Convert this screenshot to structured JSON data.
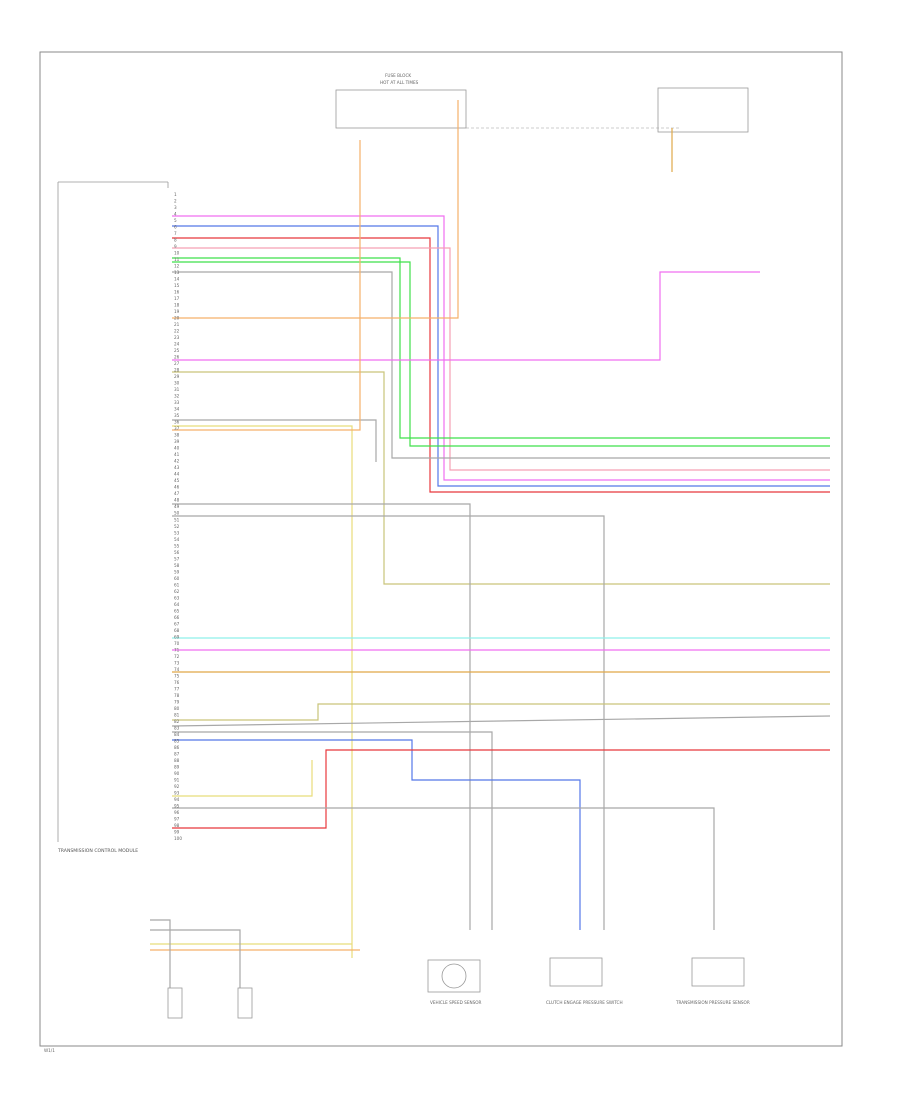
{
  "colors": {
    "pink": "#f06ff0",
    "blue": "#5577e8",
    "red": "#e8383c",
    "lightpink": "#f5a0b4",
    "green": "#3fe04a",
    "gray": "#a8a8a8",
    "orange": "#f5b06a",
    "olive": "#c9c47a",
    "yellow": "#e8dd7a",
    "cyan": "#8ff0ea",
    "tan": "#e0a848"
  },
  "labels": {
    "page_ref": "W1/1",
    "pcm_title": "TRANSMISSION CONTROL MODULE",
    "fuse_block": "FUSE BLOCK",
    "hot_at_all_times": "HOT AT ALL TIMES",
    "vss_name": "VEHICLE SPEED SENSOR",
    "clutch_name": "CLUTCH ENGAGE PRESSURE SWITCH",
    "pressure_sensor_name": "TRANSMISSION PRESSURE SENSOR"
  },
  "pins": [
    "1",
    "2",
    "3",
    "4",
    "5",
    "6",
    "7",
    "8",
    "9",
    "10",
    "11",
    "12",
    "13",
    "14",
    "15",
    "16",
    "17",
    "18",
    "19",
    "20",
    "21",
    "22",
    "23",
    "24",
    "25",
    "26",
    "27",
    "28",
    "29",
    "30",
    "31",
    "32",
    "33",
    "34",
    "35",
    "36",
    "37",
    "38",
    "39",
    "40",
    "41",
    "42",
    "43",
    "44",
    "45",
    "46",
    "47",
    "48",
    "49",
    "50",
    "51",
    "52",
    "53",
    "54",
    "55",
    "56",
    "57",
    "58",
    "59",
    "60",
    "61",
    "62",
    "63",
    "64",
    "65",
    "66",
    "67",
    "68",
    "69",
    "70",
    "71",
    "72",
    "73",
    "74",
    "75",
    "76",
    "77",
    "78",
    "79",
    "80",
    "81",
    "82",
    "83",
    "84",
    "85",
    "86",
    "87",
    "88",
    "89",
    "90",
    "91",
    "92",
    "93",
    "94",
    "95",
    "96",
    "97",
    "98",
    "99",
    "100"
  ]
}
